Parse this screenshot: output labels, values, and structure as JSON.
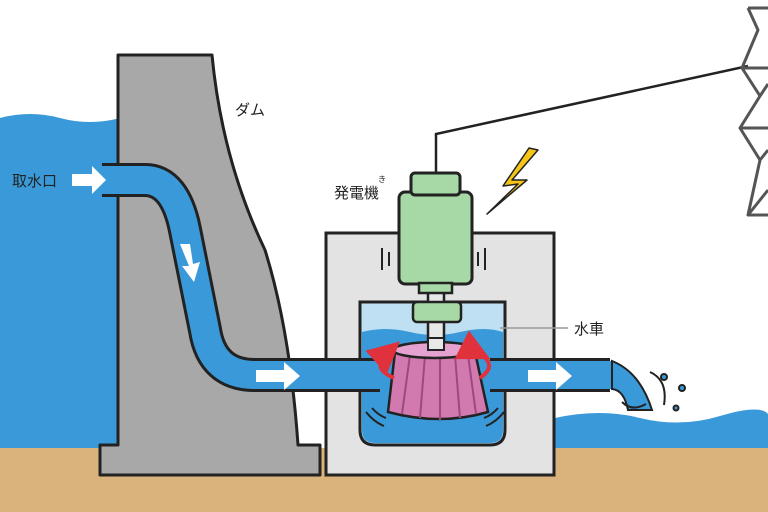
{
  "labels": {
    "intake": "取水口",
    "dam": "ダム",
    "generator": "発電機",
    "generator_ruby": "き",
    "turbine": "水車"
  },
  "colors": {
    "water": "#3a9ad9",
    "water_light": "#bfe0f2",
    "dam": "#a8a8a8",
    "powerhouse": "#e3e3e3",
    "ground": "#d9b27c",
    "generator": "#a6d9a6",
    "turbine": "#d27ab0",
    "lightning": "#f5c518",
    "rotation_arrow": "#e0323c",
    "outline": "#222222"
  },
  "icons": [
    "lightning-icon",
    "flow-arrow-icon",
    "rotation-arrow-icon",
    "vibration-icon",
    "splash-icon",
    "transmission-tower-icon"
  ]
}
